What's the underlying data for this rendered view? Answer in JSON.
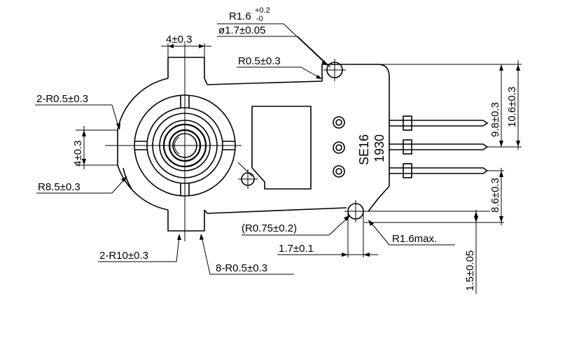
{
  "labels": {
    "r16_base": "R1.6",
    "r16_tol_upper": "+0.2",
    "r16_tol_lower": "-0",
    "phi_hole": "ø1.7±0.05",
    "width_4": "4±0.3",
    "r05_top": "R0.5±0.3",
    "two_r05": "2-R0.5±0.3",
    "vert_4": "4±0.3",
    "r85": "R8.5±0.3",
    "two_r10": "2-R10±0.3",
    "eight_r05": "8-R0.5±0.3",
    "r075": "(R0.75±0.2)",
    "w17": "1.7±0.1",
    "r16max": "R1.6max.",
    "d98": "9.8±0.3",
    "d106": "10.6±0.3",
    "d86": "8.6±0.3",
    "d15": "1.5±0.05",
    "marking_1": "SE16",
    "marking_2": "1930"
  }
}
